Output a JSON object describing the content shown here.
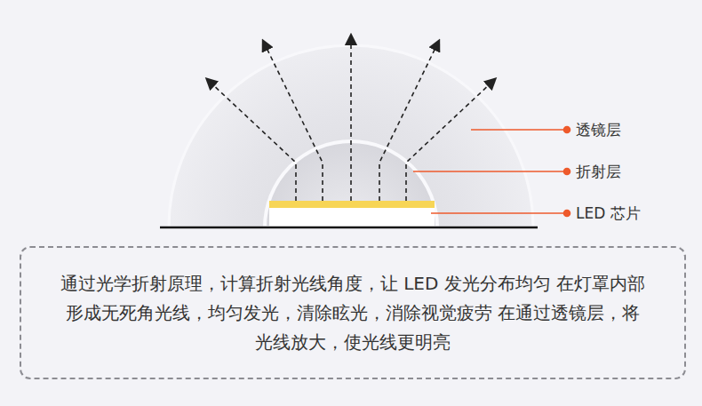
{
  "diagram": {
    "nodes": [
      {
        "text": [
          "通过光学折射原理，计算折射光线角度，让 LED 发光分布均匀 在灯罩内部形成无死角光线，均匀发光，清除眩光，消除视觉疲劳 在通过透镜层，将光线放大，使光线更明亮"
        ]
      }
    ],
    "labels": [
      "透镜层",
      "折射层",
      "LED 芯片"
    ]
  }
}
